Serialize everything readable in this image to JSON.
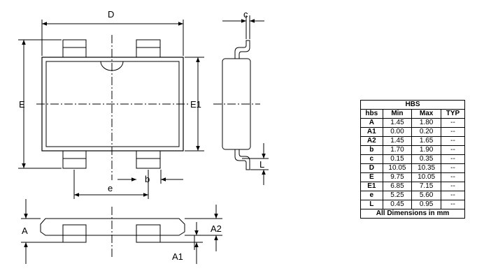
{
  "drawing": {
    "labels": {
      "D": "D",
      "E": "E",
      "E1": "E1",
      "c": "c",
      "e": "e",
      "b": "b",
      "L": "L",
      "A": "A",
      "A2": "A2",
      "A1": "A1"
    }
  },
  "table": {
    "title": "HBS",
    "headers": [
      "hbs",
      "Min",
      "Max",
      "TYP"
    ],
    "rows": [
      [
        "A",
        "1.45",
        "1.80",
        "--"
      ],
      [
        "A1",
        "0.00",
        "0.20",
        "--"
      ],
      [
        "A2",
        "1.45",
        "1.65",
        "--"
      ],
      [
        "b",
        "1.70",
        "1.90",
        "--"
      ],
      [
        "c",
        "0.15",
        "0.35",
        "--"
      ],
      [
        "D",
        "10.05",
        "10.35",
        "--"
      ],
      [
        "E",
        "9.75",
        "10.05",
        "--"
      ],
      [
        "E1",
        "6.85",
        "7.15",
        "--"
      ],
      [
        "e",
        "5.25",
        "5.60",
        "--"
      ],
      [
        "L",
        "0.45",
        "0.95",
        "--"
      ]
    ],
    "footer": "All Dimensions in mm"
  }
}
